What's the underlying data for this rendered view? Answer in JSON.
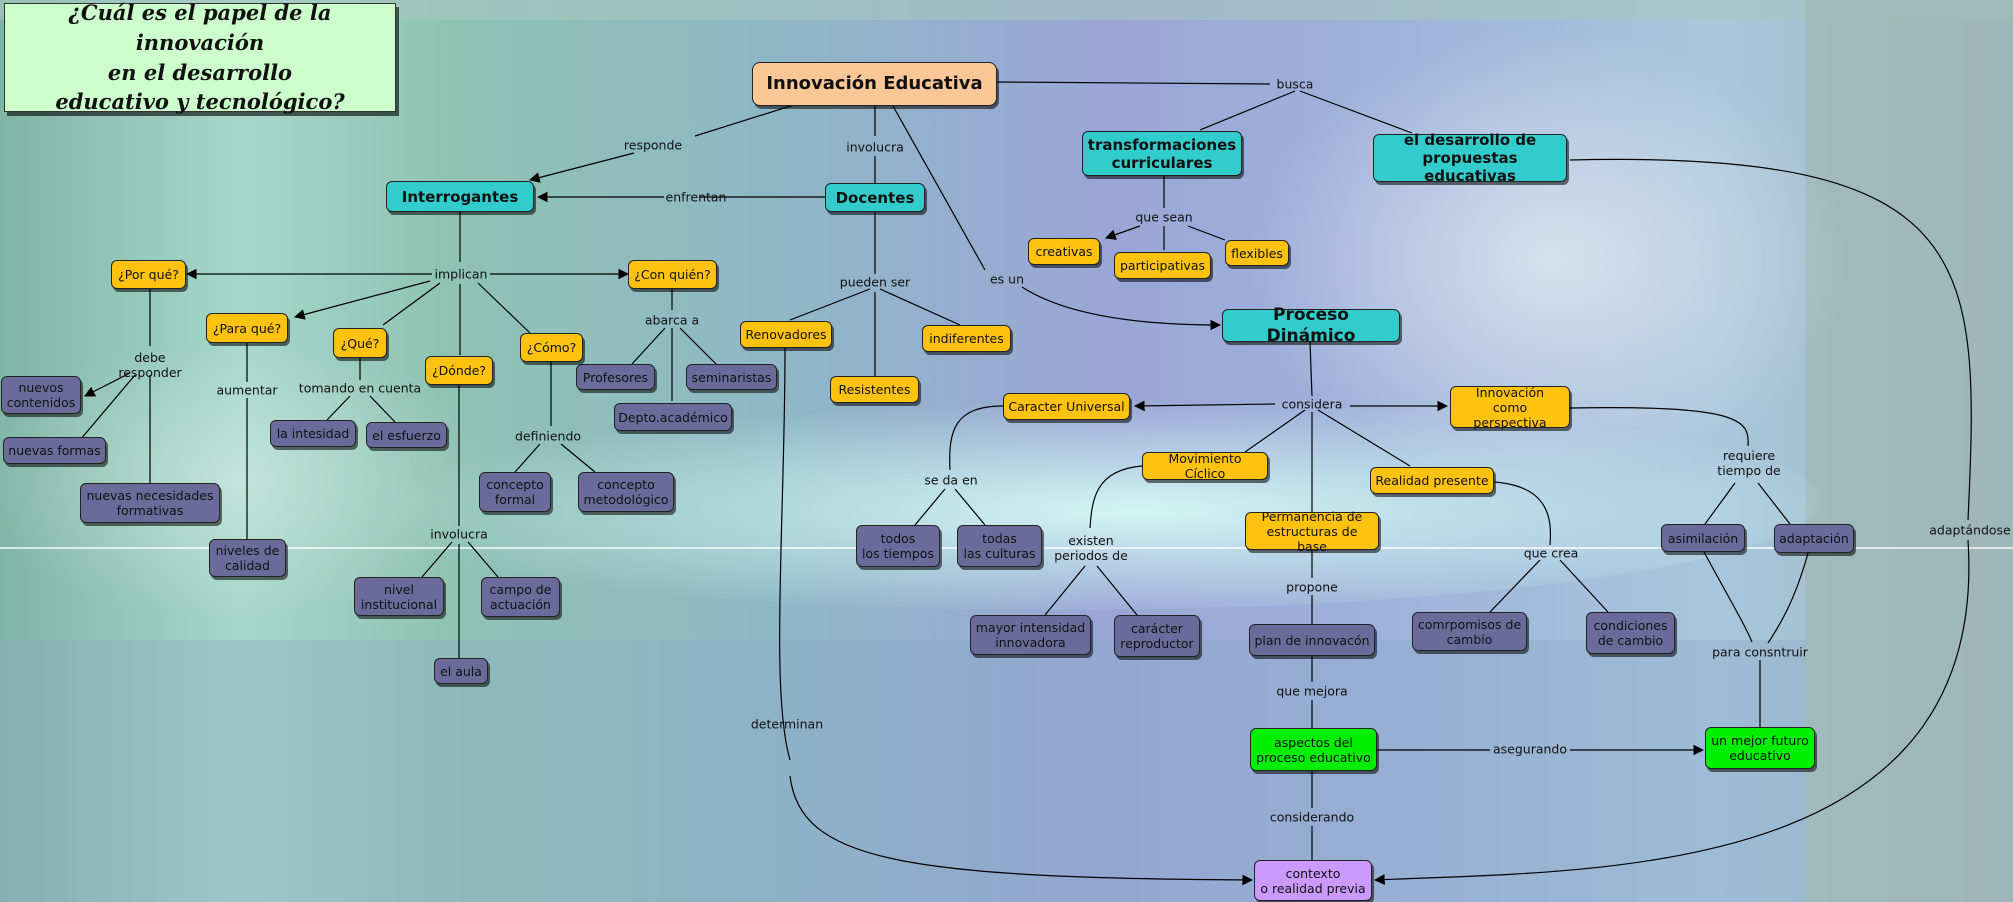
{
  "title": "¿Cuál es el papel de la innovación\nen el desarrollo\neducativo y tecnológico?",
  "nodes": {
    "innovacion": "Innovación Educativa",
    "interrogantes": "Interrogantes",
    "docentes": "Docentes",
    "transformaciones": "transformaciones\ncurriculares",
    "desarrollo": "el desarrollo de\npropuestas educativas",
    "proceso": "Proceso Dinámico",
    "porque": "¿Por qué?",
    "paraque": "¿Para qué?",
    "que": "¿Qué?",
    "donde": "¿Dónde?",
    "como": "¿Cómo?",
    "conquien": "¿Con quién?",
    "nuevos_contenidos": "nuevos\ncontenidos",
    "nuevas_formas": "nuevas formas",
    "nuevas_necesidades": "nuevas necesidades\nformativas",
    "niveles_calidad": "niveles de\ncalidad",
    "intesidad": "la intesidad",
    "esfuerzo": "el esfuerzo",
    "concepto_formal": "concepto\nformal",
    "concepto_metodologico": "concepto\nmetodológico",
    "nivel_institucional": "nivel\ninstitucional",
    "campo_actuacion": "campo de\nactuación",
    "aula": "el aula",
    "profesores": "Profesores",
    "seminaristas": "seminaristas",
    "depto": "Depto.académico",
    "renovadores": "Renovadores",
    "resistentes": "Resistentes",
    "indiferentes": "indiferentes",
    "creativas": "creativas",
    "participativas": "participativas",
    "flexibles": "flexibles",
    "caracter_universal": "Caracter Universal",
    "movimiento_ciclico": "Movimiento Cíclico",
    "realidad_presente": "Realidad presente",
    "innovacion_perspectiva": "Innovación\ncomo perspectiva",
    "permanencia": "Permanencia de\nestructuras de base",
    "todos_tiempos": "todos\nlos tiempos",
    "todas_culturas": "todas\nlas culturas",
    "mayor_intensidad": "mayor intensidad\ninnovadora",
    "caracter_reproductor": "carácter\nreproductor",
    "plan_innovacion": "plan de innovacón",
    "compromisos": "comrpomisos de\ncambio",
    "condiciones": "condiciones\nde cambio",
    "asimilacion": "asimilación",
    "adaptacion": "adaptación",
    "aspectos": "aspectos del\nproceso educativo",
    "mejor_futuro": "un mejor futuro\neducativo",
    "contexto": "contexto\no realidad previa"
  },
  "labels": {
    "responde": "responde",
    "involucra": "involucra",
    "busca": "busca",
    "enfrentan": "enfrentan",
    "implican": "implican",
    "debe_responder": "debe\nresponder",
    "aumentar": "aumentar",
    "tomando": "tomando en cuenta",
    "definiendo": "definiendo",
    "involucra2": "involucra",
    "abarca": "abarca a",
    "pueden_ser": "pueden ser",
    "es_un": "es un",
    "que_sean": "que sean",
    "considera": "considera",
    "se_da_en": "se da en",
    "existen": "existen\nperiodos de",
    "propone": "propone",
    "que_crea": "que crea",
    "requiere": "requiere\ntiempo de",
    "adaptandose": "adaptándose",
    "para_construir": "para consntruir",
    "que_mejora": "que mejora",
    "asegurando": "asegurando",
    "determinan": "determinan",
    "considerando": "considerando"
  },
  "colors": {
    "main": "#fbc796",
    "teal": "#33cccc",
    "yellow": "#ffc20e",
    "purple": "#6b6b9b",
    "green": "#00ee00",
    "lilac": "#cc99ff",
    "title_bg": "#ccffcc"
  }
}
